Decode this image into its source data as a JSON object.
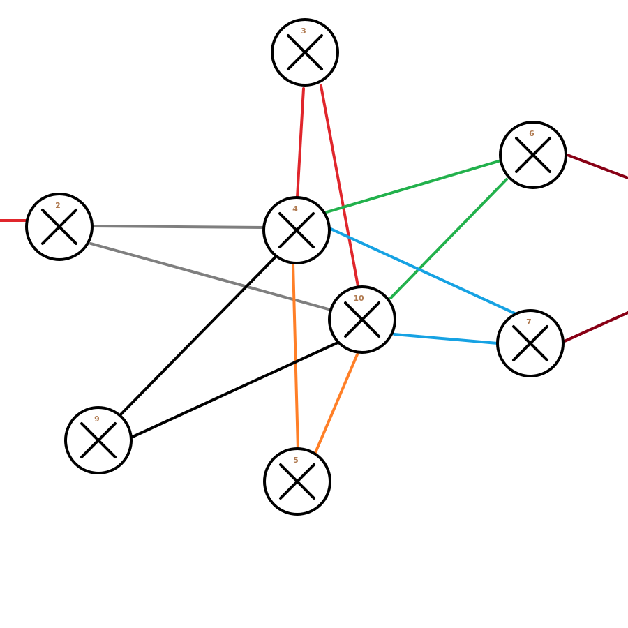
{
  "colors": {
    "red": "#e0262c",
    "gray": "#7f7f7f",
    "green": "#22b14c",
    "blue": "#16a2e3",
    "orange": "#ff7f27",
    "black": "#000000",
    "darkred": "#880015",
    "label": "#b07a50"
  },
  "nodes": [
    {
      "id": "2",
      "label": "2"
    },
    {
      "id": "3",
      "label": "3"
    },
    {
      "id": "4",
      "label": "4"
    },
    {
      "id": "5",
      "label": "5"
    },
    {
      "id": "6",
      "label": "6"
    },
    {
      "id": "7",
      "label": "7"
    },
    {
      "id": "9",
      "label": "9"
    },
    {
      "id": "10",
      "label": "10"
    }
  ],
  "edges": [
    {
      "from": "3",
      "to": "4",
      "color": "red"
    },
    {
      "from": "3",
      "to": "10",
      "color": "red"
    },
    {
      "from": "2",
      "to": "4",
      "color": "gray"
    },
    {
      "from": "2",
      "to": "10",
      "color": "gray"
    },
    {
      "from": "4",
      "to": "6",
      "color": "green"
    },
    {
      "from": "10",
      "to": "6",
      "color": "green"
    },
    {
      "from": "4",
      "to": "7",
      "color": "blue"
    },
    {
      "from": "10",
      "to": "7",
      "color": "blue"
    },
    {
      "from": "4",
      "to": "5",
      "color": "orange"
    },
    {
      "from": "10",
      "to": "5",
      "color": "orange"
    },
    {
      "from": "4",
      "to": "9",
      "color": "black"
    },
    {
      "from": "10",
      "to": "9",
      "color": "black"
    },
    {
      "from": "2",
      "to": "offscreen-left",
      "color": "red"
    },
    {
      "from": "6",
      "to": "offscreen-right",
      "color": "darkred"
    },
    {
      "from": "7",
      "to": "offscreen-right",
      "color": "darkred"
    }
  ]
}
